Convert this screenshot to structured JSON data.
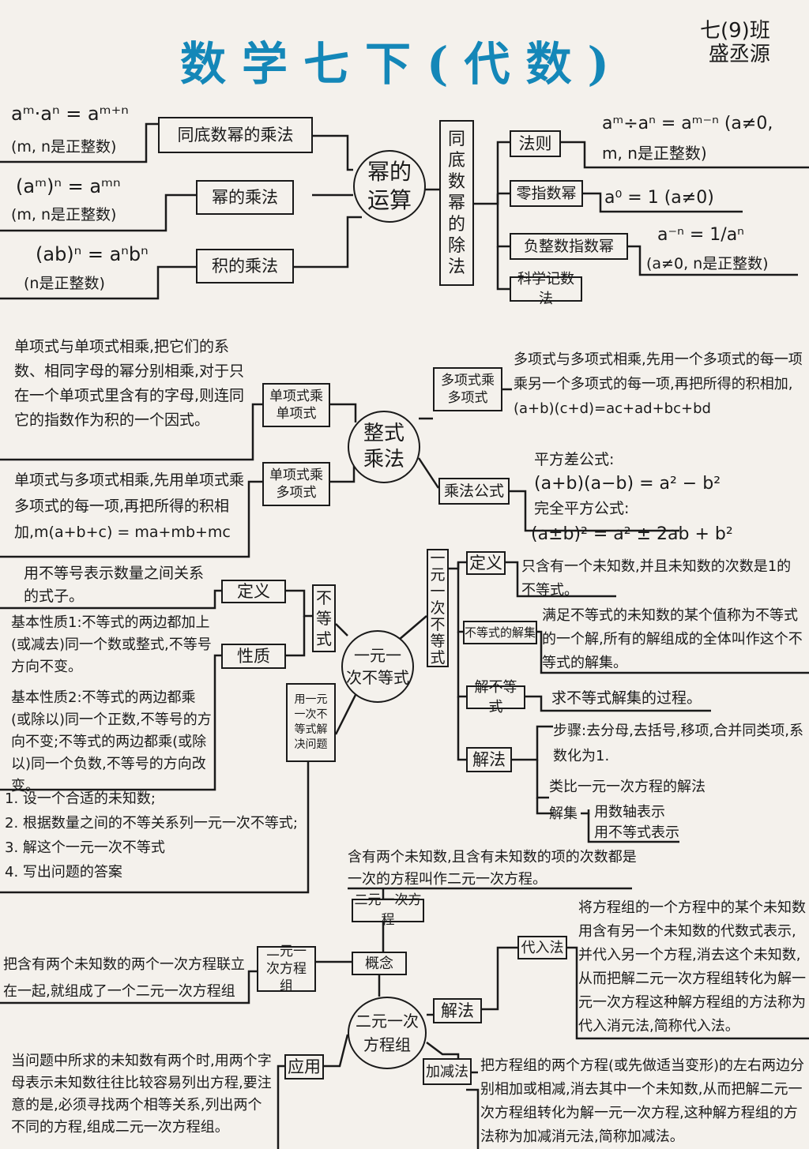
{
  "title": "数学七下(代数)",
  "author": {
    "class": "七(9)班",
    "name": "盛丞源"
  },
  "power": {
    "center": [
      "幂的",
      "运算"
    ],
    "left": [
      {
        "label": "同底数幂的乘法",
        "formula": "aᵐ·aⁿ = aᵐ⁺ⁿ",
        "note": "(m, n是正整数)"
      },
      {
        "label": "幂的乘法",
        "formula": "(aᵐ)ⁿ = aᵐⁿ",
        "note": "(m, n是正整数)"
      },
      {
        "label": "积的乘法",
        "formula": "(ab)ⁿ = aⁿbⁿ",
        "note": "(n是正整数)"
      }
    ],
    "division": {
      "label": [
        "同",
        "底",
        "数",
        "幂",
        "的",
        "除",
        "法"
      ]
    },
    "right": [
      {
        "label": "法则",
        "formula": "aᵐ÷aⁿ = aᵐ⁻ⁿ (a≠0,",
        "note": "m, n是正整数)"
      },
      {
        "label": "零指数幂",
        "formula": "a⁰ = 1 (a≠0)"
      },
      {
        "label": "负整数指数幂",
        "formula": "a⁻ⁿ = 1/aⁿ",
        "note": "(a≠0, n是正整数)"
      },
      {
        "label": "科学记数法"
      }
    ]
  },
  "multiply": {
    "center": [
      "整式",
      "乘法"
    ],
    "mono_mono": {
      "label": "单项式乘单项式",
      "text": "单项式与单项式相乘,把它们的系数、相同字母的幂分别相乘,对于只在一个单项式里含有的字母,则连同它的指数作为积的一个因式。"
    },
    "mono_poly": {
      "label": "单项式乘多项式",
      "text": "单项式与多项式相乘,先用单项式乘多项式的每一项,再把所得的积相加,m(a+b+c) = ma+mb+mc"
    },
    "poly_poly": {
      "label": "多项式乘多项式",
      "text": "多项式与多项式相乘,先用一个多项式的每一项乘另一个多项式的每一项,再把所得的积相加,(a+b)(c+d)=ac+ad+bc+bd"
    },
    "formulas": {
      "label": "乘法公式",
      "diff_title": "平方差公式:",
      "diff": "(a+b)(a−b) = a² − b²",
      "sq_title": "完全平方公式:",
      "sq": "(a±b)² = a² ± 2ab + b²"
    }
  },
  "inequality": {
    "center": [
      "一元一",
      "次不等式"
    ],
    "left_group": [
      "不",
      "等",
      "式"
    ],
    "definition": {
      "label": "定义",
      "text": "用不等号表示数量之间关系的式子。"
    },
    "property": {
      "label": "性质",
      "p1": "基本性质1:不等式的两边都加上(或减去)同一个数或整式,不等号方向不变。",
      "p2": "基本性质2:不等式的两边都乘(或除以)同一个正数,不等号的方向不变;不等式的两边都乘(或除以)同一个负数,不等号的方向改变。"
    },
    "application": {
      "label": "用一元一次不等式解决问题",
      "steps": [
        "1. 设一个合适的未知数;",
        "2. 根据数量之间的不等关系列一元一次不等式;",
        "3. 解这个一元一次不等式",
        "4. 写出问题的答案"
      ]
    },
    "right_group": [
      "一",
      "元",
      "一",
      "次",
      "不",
      "等",
      "式"
    ],
    "r_definition": {
      "label": "定义",
      "text": "只含有一个未知数,并且未知数的次数是1的不等式。"
    },
    "r_solution": {
      "label": "不等式的解集",
      "text": "满足不等式的未知数的某个值称为不等式的一个解,所有的解组成的全体叫作这个不等式的解集。"
    },
    "r_solve": {
      "label": "解不等式",
      "text": "求不等式解集的过程。"
    },
    "r_method": {
      "label": "解法",
      "steps": "步骤:去分母,去括号,移项,合并同类项,系数化为1.",
      "analogy": "类比一元一次方程的解法",
      "set_label": "解集",
      "set1": "用数轴表示",
      "set2": "用不等式表示"
    }
  },
  "system": {
    "center": [
      "二元一次",
      "方程组"
    ],
    "concept": {
      "label": "概念",
      "eq_label": "二元一次方程",
      "eq_text": "含有两个未知数,且含有未知数的项的次数都是一次的方程叫作二元一次方程。",
      "sys_label": "二元一次方程组",
      "sys_text": "把含有两个未知数的两个一次方程联立在一起,就组成了一个二元一次方程组"
    },
    "solve": {
      "label": "解法",
      "sub_label": "代入法",
      "sub_text": "将方程组的一个方程中的某个未知数用含有另一个未知数的代数式表示,并代入另一个方程,消去这个未知数,从而把解二元一次方程组转化为解一元一次方程这种解方程组的方法称为代入消元法,简称代入法。",
      "add_label": "加减法",
      "add_text": "把方程组的两个方程(或先做适当变形)的左右两边分别相加或相减,消去其中一个未知数,从而把解二元一次方程组转化为解一元一次方程,这种解方程组的方法称为加减消元法,简称加减法。"
    },
    "apply": {
      "label": "应用",
      "text": "当问题中所求的未知数有两个时,用两个字母表示未知数往往比较容易列出方程,要注意的是,必须寻找两个相等关系,列出两个不同的方程,组成二元一次方程组。"
    }
  }
}
